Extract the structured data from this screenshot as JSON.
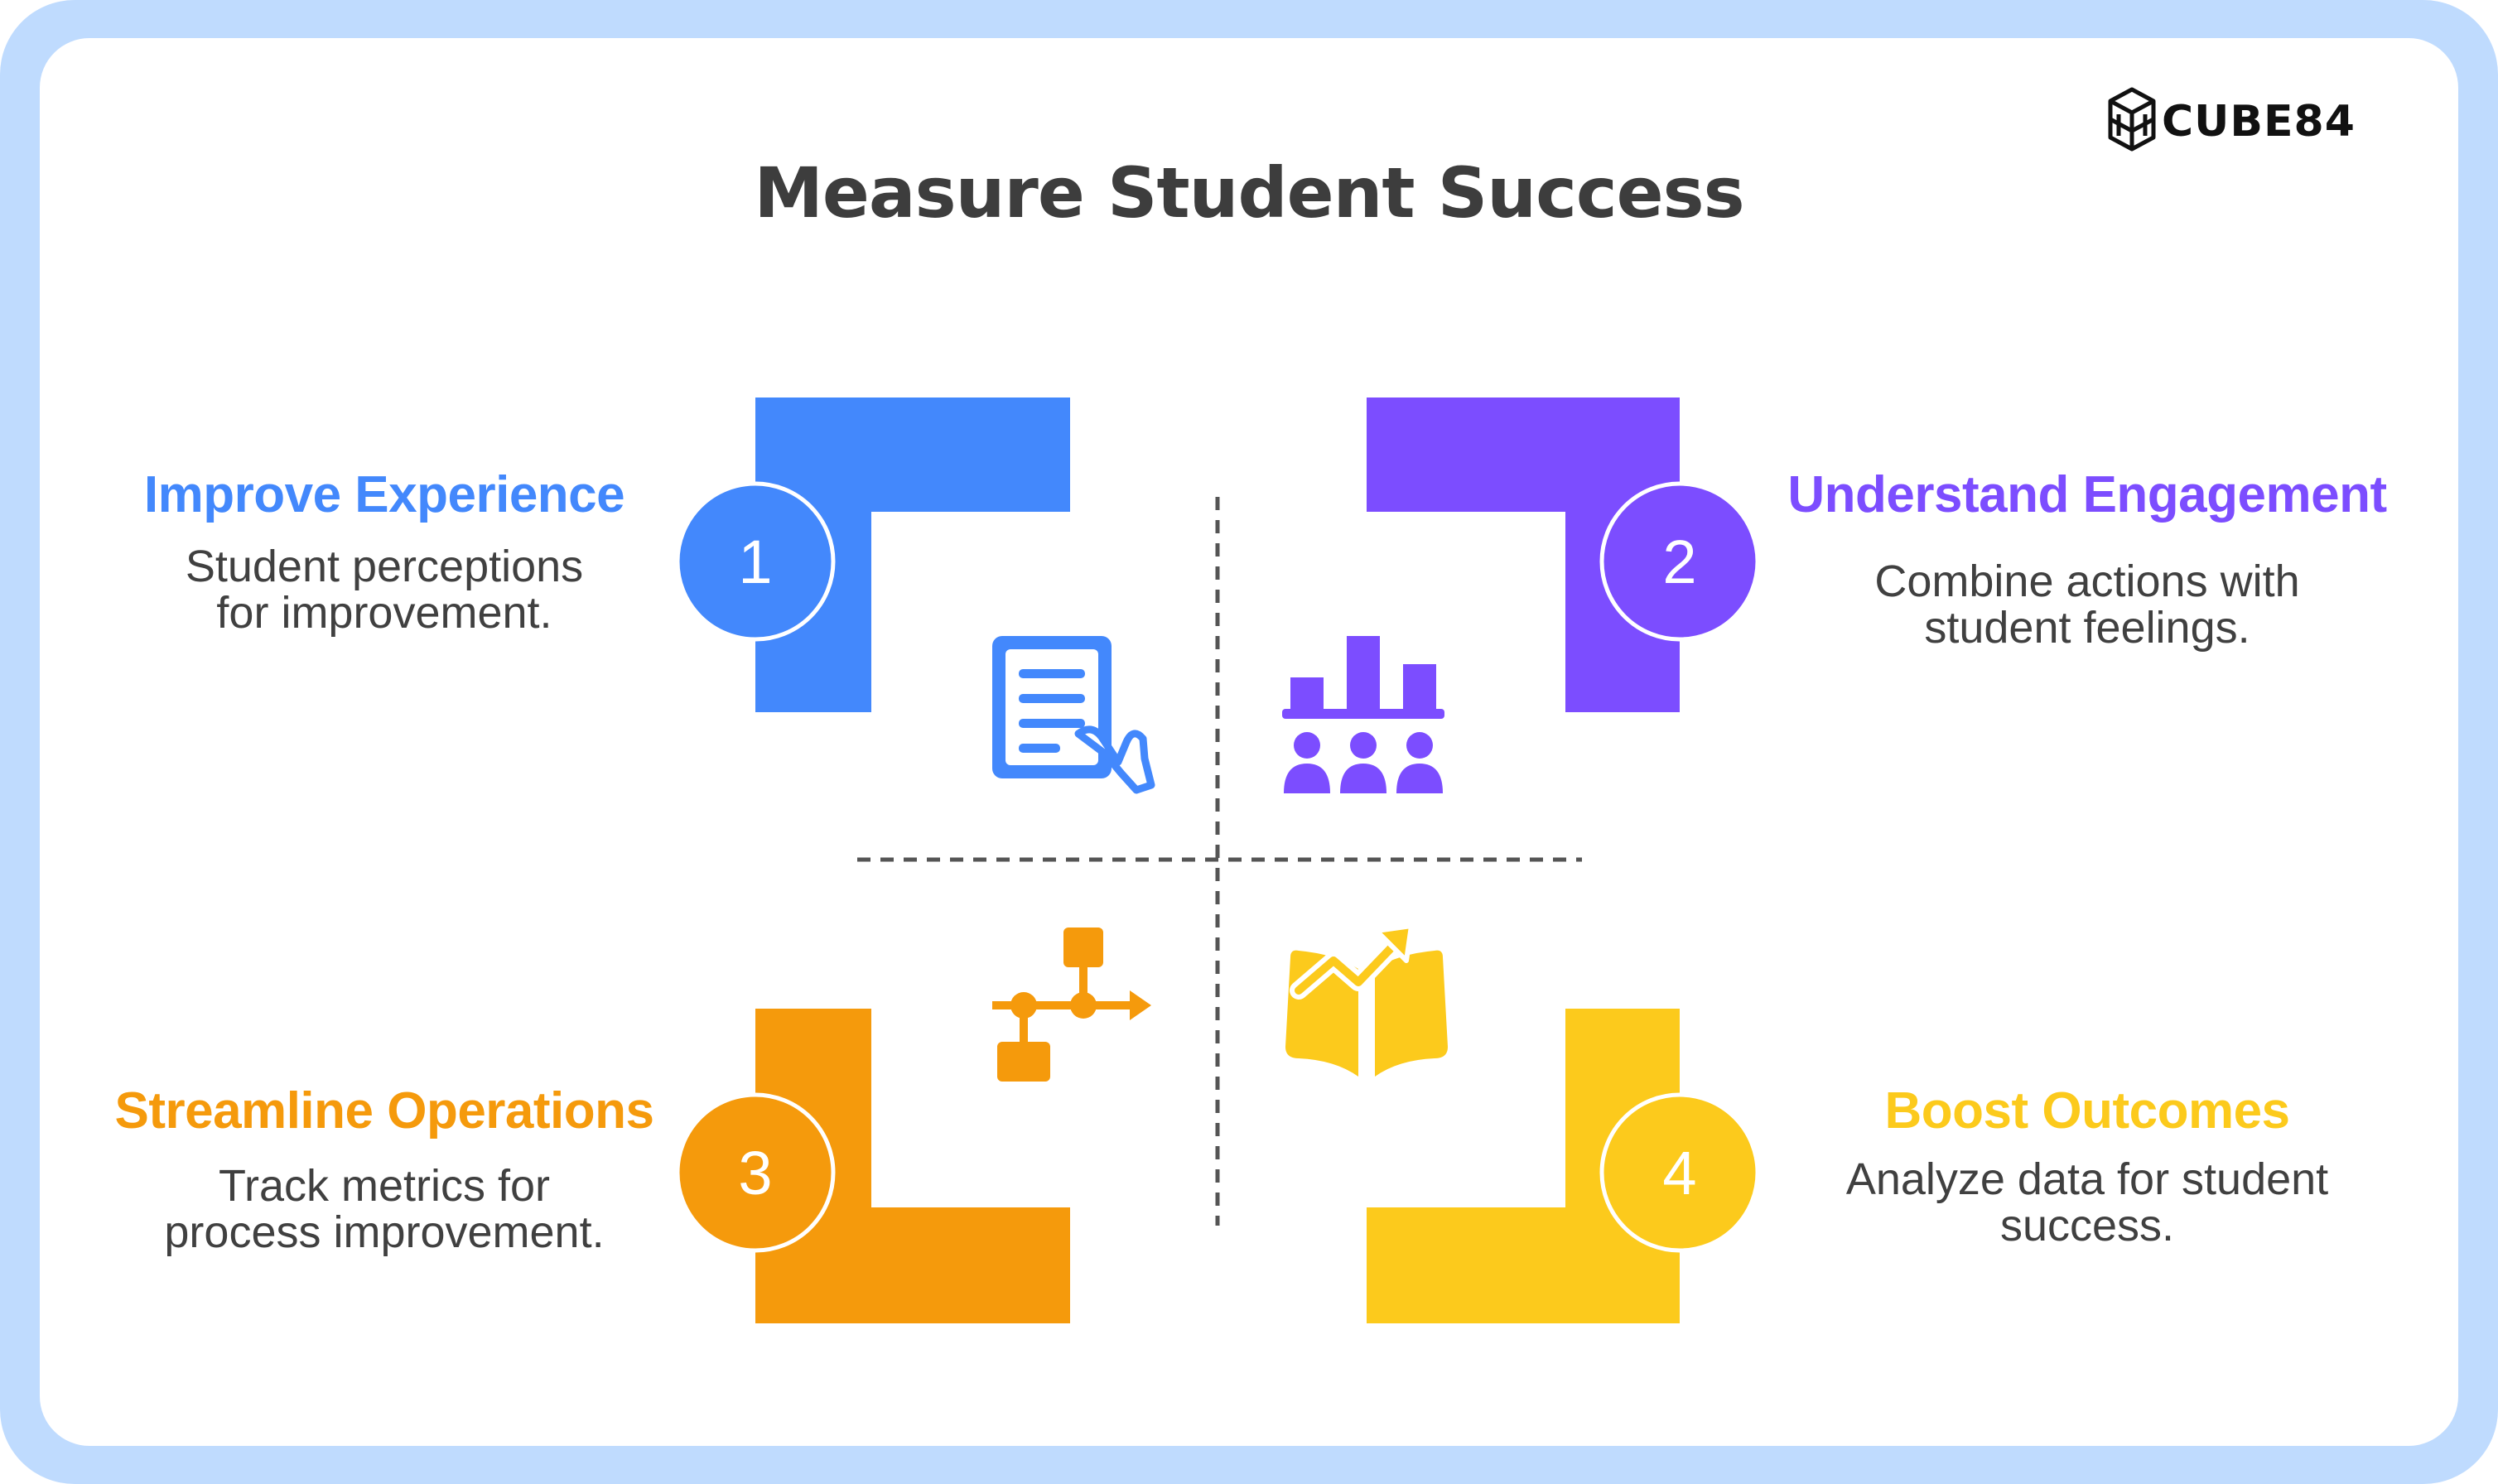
{
  "title": "Measure Student Success",
  "logo": {
    "text": "CUBE84",
    "icon": "cube84-logo-icon"
  },
  "colors": {
    "frame": "#bfdbfe",
    "blue": "#4388fc",
    "purple": "#7c4dff",
    "orange": "#f59a0c",
    "yellow": "#fcca1c",
    "text": "#404040"
  },
  "steps": [
    {
      "number": "1",
      "heading": "Improve Experience",
      "desc_line1": "Student perceptions",
      "desc_line2": "for improvement.",
      "icon": "survey-clipboard-icon",
      "color": "#4388fc"
    },
    {
      "number": "2",
      "heading": "Understand Engagement",
      "desc_line1": "Combine actions with",
      "desc_line2": "student feelings.",
      "icon": "audience-chart-icon",
      "color": "#7c4dff"
    },
    {
      "number": "3",
      "heading": "Streamline Operations",
      "desc_line1": "Track metrics for",
      "desc_line2": "process improvement.",
      "icon": "process-flow-icon",
      "color": "#f59a0c"
    },
    {
      "number": "4",
      "heading": "Boost Outcomes",
      "desc_line1": "Analyze data for student",
      "desc_line2": "success.",
      "icon": "growth-book-icon",
      "color": "#fcca1c"
    }
  ]
}
